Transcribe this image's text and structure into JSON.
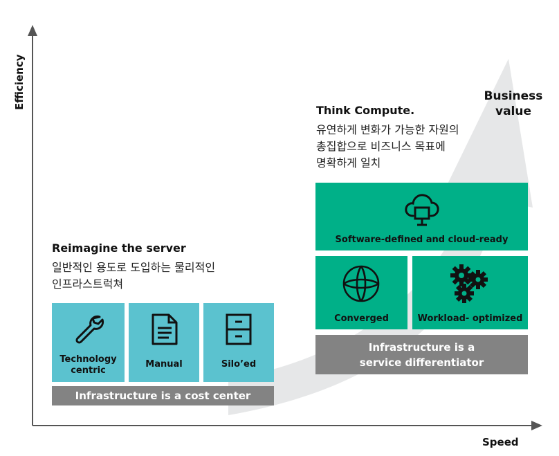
{
  "axes": {
    "y_label": "Efficiency",
    "x_label": "Speed"
  },
  "business_value": [
    "Business",
    "value"
  ],
  "left_group": {
    "title": "Reimagine the server",
    "subtitle": [
      "일반적인 용도로 도입하는 물리적인",
      "인프라스트럭쳐"
    ],
    "tiles": [
      {
        "label": [
          "Technology",
          "centric"
        ],
        "icon": "wrench-icon"
      },
      {
        "label": [
          "Manual"
        ],
        "icon": "document-icon"
      },
      {
        "label": [
          "Silo’ed"
        ],
        "icon": "cabinet-icon"
      }
    ],
    "bar": "Infrastructure is a cost center"
  },
  "right_group": {
    "title": "Think Compute.",
    "subtitle": [
      "유연하게 변화가 가능한 자원의",
      "총집합으로 비즈니스 목표에",
      "명확하게 일치"
    ],
    "top_tile": {
      "label": "Software-defined and cloud-ready",
      "icon": "cloud-monitor-icon"
    },
    "tiles": [
      {
        "label": "Converged",
        "icon": "converged-icon"
      },
      {
        "label": "Workload- optimized",
        "icon": "gears-icon"
      }
    ],
    "bar": [
      "Infrastructure is a",
      "service differentiator"
    ]
  },
  "colors": {
    "teal": "#5bc2cf",
    "green": "#00b088",
    "gray_bar": "#838383",
    "arrow": "#e6e7e8",
    "axis": "#555555"
  }
}
